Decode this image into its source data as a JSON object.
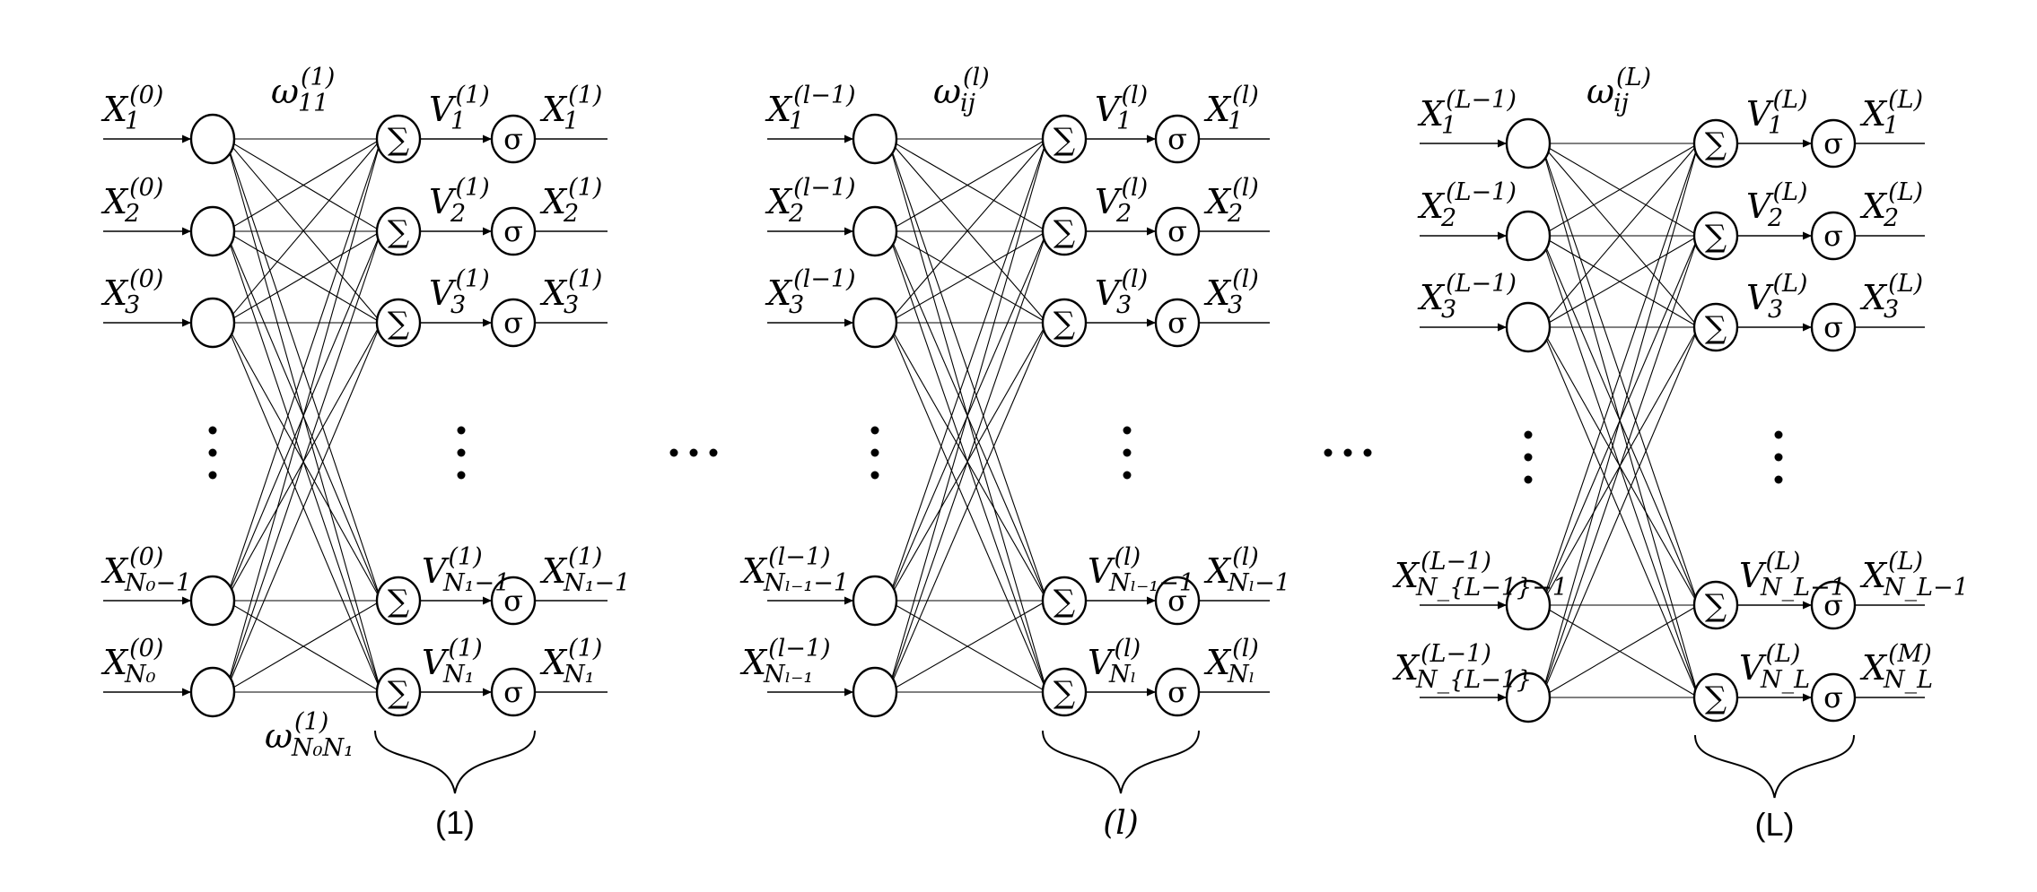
{
  "symbols": {
    "sum": "∑",
    "activation": "σ",
    "ellipsis": "⋯"
  },
  "blocks": [
    {
      "id": "block-1",
      "label": "(1)",
      "label_italic": false,
      "weight_top": {
        "base": "ω",
        "sup": "(1)",
        "sub": "11"
      },
      "weight_bottom": {
        "base": "ω",
        "sup": "(1)",
        "sub": "N₀N₁"
      },
      "inputs": [
        {
          "base": "X",
          "sup": "(0)",
          "sub": "1"
        },
        {
          "base": "X",
          "sup": "(0)",
          "sub": "2"
        },
        {
          "base": "X",
          "sup": "(0)",
          "sub": "3"
        },
        {
          "base": "X",
          "sup": "(0)",
          "sub": "N₀−1"
        },
        {
          "base": "X",
          "sup": "(0)",
          "sub": "N₀"
        }
      ],
      "pre_activations": [
        {
          "base": "V",
          "sup": "(1)",
          "sub": "1"
        },
        {
          "base": "V",
          "sup": "(1)",
          "sub": "2"
        },
        {
          "base": "V",
          "sup": "(1)",
          "sub": "3"
        },
        {
          "base": "V",
          "sup": "(1)",
          "sub": "N₁−1"
        },
        {
          "base": "V",
          "sup": "(1)",
          "sub": "N₁"
        }
      ],
      "outputs": [
        {
          "base": "X",
          "sup": "(1)",
          "sub": "1"
        },
        {
          "base": "X",
          "sup": "(1)",
          "sub": "2"
        },
        {
          "base": "X",
          "sup": "(1)",
          "sub": "3"
        },
        {
          "base": "X",
          "sup": "(1)",
          "sub": "N₁−1"
        },
        {
          "base": "X",
          "sup": "(1)",
          "sub": "N₁"
        }
      ]
    },
    {
      "id": "block-l",
      "label": "(l)",
      "label_italic": true,
      "weight_top": {
        "base": "ω",
        "sup": "(l)",
        "sub": "ij"
      },
      "weight_bottom": null,
      "inputs": [
        {
          "base": "X",
          "sup": "(l−1)",
          "sub": "1"
        },
        {
          "base": "X",
          "sup": "(l−1)",
          "sub": "2"
        },
        {
          "base": "X",
          "sup": "(l−1)",
          "sub": "3"
        },
        {
          "base": "X",
          "sup": "(l−1)",
          "sub": "Nₗ₋₁−1"
        },
        {
          "base": "X",
          "sup": "(l−1)",
          "sub": "Nₗ₋₁"
        }
      ],
      "pre_activations": [
        {
          "base": "V",
          "sup": "(l)",
          "sub": "1"
        },
        {
          "base": "V",
          "sup": "(l)",
          "sub": "2"
        },
        {
          "base": "V",
          "sup": "(l)",
          "sub": "3"
        },
        {
          "base": "V",
          "sup": "(l)",
          "sub": "Nₗ₋₁−1"
        },
        {
          "base": "V",
          "sup": "(l)",
          "sub": "Nₗ"
        }
      ],
      "outputs": [
        {
          "base": "X",
          "sup": "(l)",
          "sub": "1"
        },
        {
          "base": "X",
          "sup": "(l)",
          "sub": "2"
        },
        {
          "base": "X",
          "sup": "(l)",
          "sub": "3"
        },
        {
          "base": "X",
          "sup": "(l)",
          "sub": "Nₗ−1"
        },
        {
          "base": "X",
          "sup": "(l)",
          "sub": "Nₗ"
        }
      ]
    },
    {
      "id": "block-L",
      "label": "(L)",
      "label_italic": false,
      "weight_top": {
        "base": "ω",
        "sup": "(L)",
        "sub": "ij"
      },
      "weight_bottom": null,
      "inputs": [
        {
          "base": "X",
          "sup": "(L−1)",
          "sub": "1"
        },
        {
          "base": "X",
          "sup": "(L−1)",
          "sub": "2"
        },
        {
          "base": "X",
          "sup": "(L−1)",
          "sub": "3"
        },
        {
          "base": "X",
          "sup": "(L−1)",
          "sub": "N_{L−1}−1"
        },
        {
          "base": "X",
          "sup": "(L−1)",
          "sub": "N_{L−1}"
        }
      ],
      "pre_activations": [
        {
          "base": "V",
          "sup": "(L)",
          "sub": "1"
        },
        {
          "base": "V",
          "sup": "(L)",
          "sub": "2"
        },
        {
          "base": "V",
          "sup": "(L)",
          "sub": "3"
        },
        {
          "base": "V",
          "sup": "(L)",
          "sub": "N_L−1"
        },
        {
          "base": "V",
          "sup": "(L)",
          "sub": "N_L"
        }
      ],
      "outputs": [
        {
          "base": "X",
          "sup": "(L)",
          "sub": "1"
        },
        {
          "base": "X",
          "sup": "(L)",
          "sub": "2"
        },
        {
          "base": "X",
          "sup": "(L)",
          "sub": "3"
        },
        {
          "base": "X",
          "sup": "(L)",
          "sub": "N_L−1"
        },
        {
          "base": "X",
          "sup": "(M)",
          "sub": "N_L"
        }
      ]
    }
  ]
}
